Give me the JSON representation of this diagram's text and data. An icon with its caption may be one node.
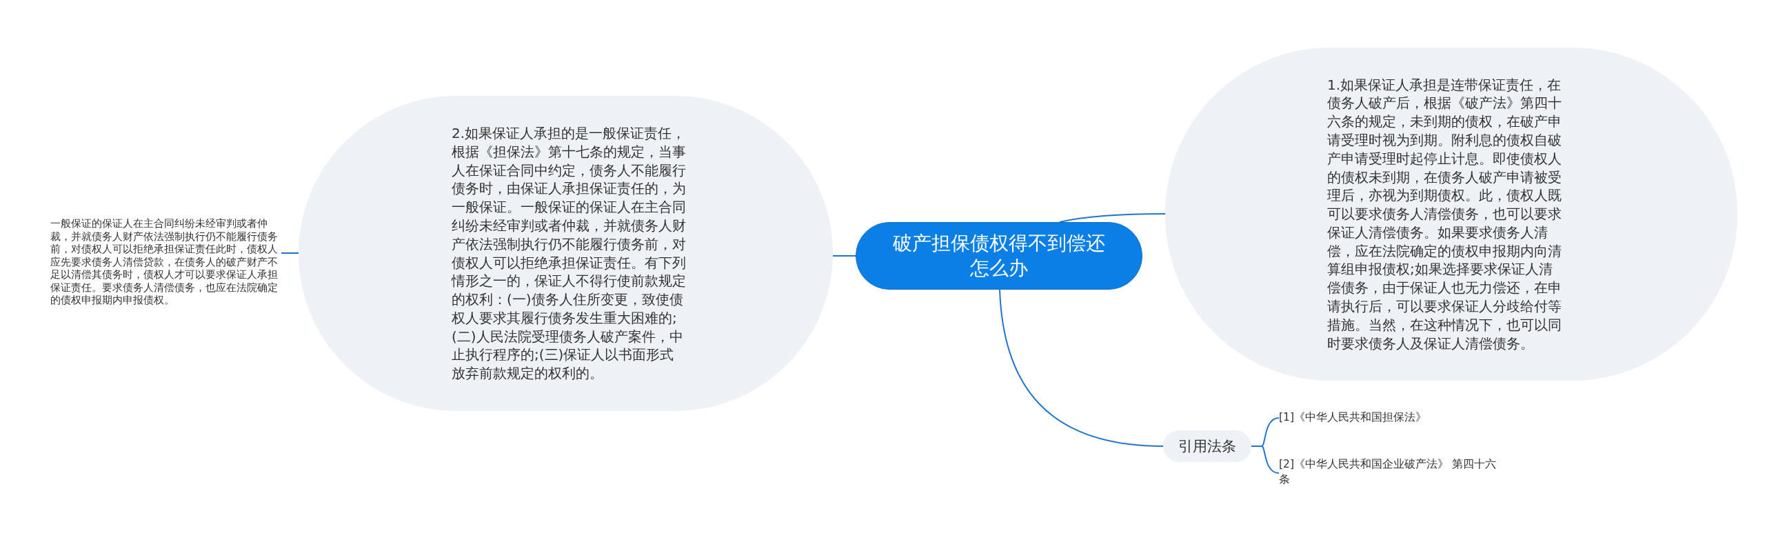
{
  "diagram": {
    "nodes": [
      {
        "text": [
          "破产担保债权得不到偿还怎么办"
        ]
      },
      {
        "text": [
          "1.如果保证人承担是连带保证责任，在债务人破产后，根据《破产法》第四十六条的规定，未到期的债权，在破产申请受理时视为到期。附利息的债权自破产申请受理时起停止计息。即使债权人的债权未到期，在债务人破产申请被受理后，亦视为到期债权。此，债权人既可以要求债务人清偿债务，也可以要求保证人清偿债务。如果要求债务人清偿，应在法院确定的债权申报期内向清算组申报债权;如果选择要求保证人清偿债务，由于保证人也无力偿还，在申请执行后，可以要求保证人分歧给付等措施。当然，在这种情况下，也可以同时要求债务人及保证人清偿债务。"
        ]
      },
      {
        "text": [
          "2.如果保证人承担的是一般保证责任，根据《担保法》第十七条的规定，当事人在保证合同中约定，债务人不能履行债务时，由保证人承担保证责任的，为一般保证。一般保证的保证人在主合同纠纷未经审判或者仲裁，并就债务人财产依法强制执行仍不能履行债务前，对债权人可以拒绝承担保证责任。有下列情形之一的，保证人不得行使前款规定的权利：(一)债务人住所变更，致使债权人要求其履行债务发生重大困难的;(二)人民法院受理债务人破产案件，中止执行程序的;(三)保证人以书面形式放弃前款规定的权利的。"
        ]
      },
      {
        "text": [
          "一般保证的保证人在主合同纠纷未经审判或者仲裁，并就债务人财产依法强制执行仍不能履行债务前，对债权人可以拒绝承担保证责任此时，债权人应先要求债务人清偿贷款，在债务人的破产财产不足以清偿其债务时，债权人才可以要求保证人承担保证责任。要求债务人清偿债务，也应在法院确定的债权申报期内申报债权。"
        ]
      },
      {
        "text": [
          "引用法条"
        ]
      },
      {
        "text": [
          "[1]《中华人民共和国担保法》"
        ]
      },
      {
        "text": [
          "[2]《中华人民共和国企业破产法》 第四十六条"
        ]
      }
    ],
    "edges": [
      {
        "from": 0,
        "to": 1,
        "arrow": "none"
      },
      {
        "from": 0,
        "to": 2,
        "arrow": "none"
      },
      {
        "from": 2,
        "to": 3,
        "arrow": "none"
      },
      {
        "from": 0,
        "to": 4,
        "arrow": "none"
      },
      {
        "from": 4,
        "to": 5,
        "arrow": "none"
      },
      {
        "from": 4,
        "to": 6,
        "arrow": "none"
      }
    ]
  }
}
